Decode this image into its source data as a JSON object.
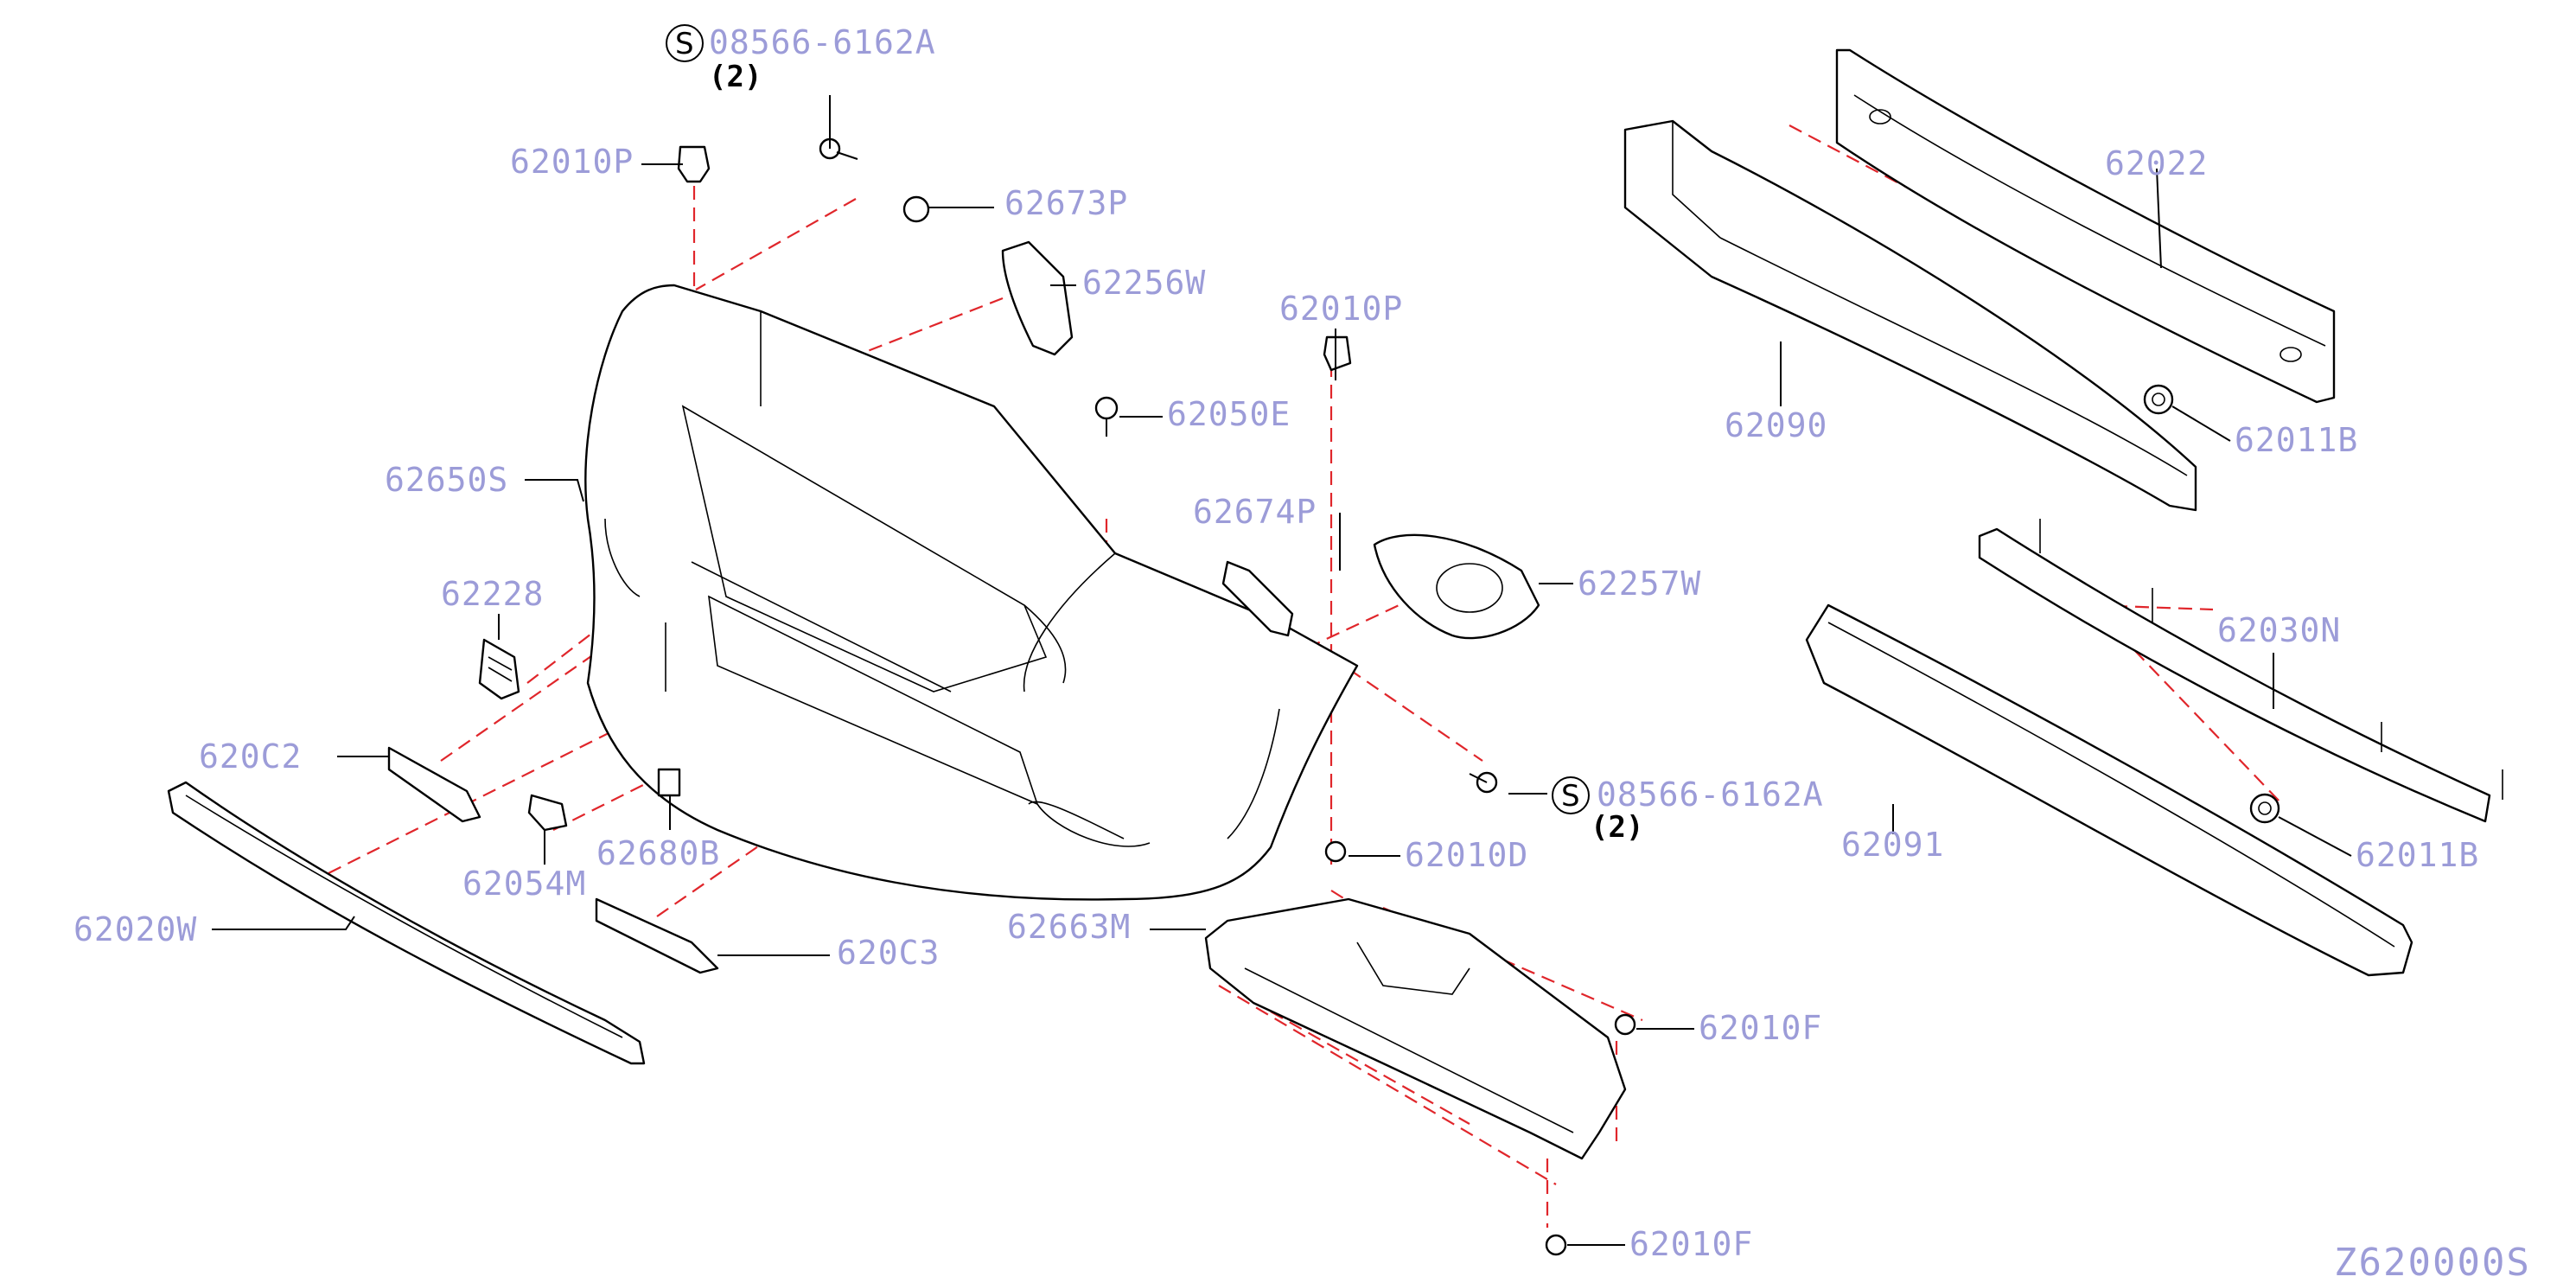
{
  "diagram_code": "Z620000S",
  "callouts": [
    {
      "id": "c-08566-top",
      "label": "08566-6162A",
      "symbol": "S",
      "qty": "(2)"
    },
    {
      "id": "c-62010P-top",
      "label": "62010P"
    },
    {
      "id": "c-62673P",
      "label": "62673P"
    },
    {
      "id": "c-62256W",
      "label": "62256W"
    },
    {
      "id": "c-62010P-mid",
      "label": "62010P"
    },
    {
      "id": "c-62050E",
      "label": "62050E"
    },
    {
      "id": "c-62650S",
      "label": "62650S"
    },
    {
      "id": "c-62674P",
      "label": "62674P"
    },
    {
      "id": "c-62257W",
      "label": "62257W"
    },
    {
      "id": "c-62228",
      "label": "62228"
    },
    {
      "id": "c-620C2",
      "label": "620C2"
    },
    {
      "id": "c-08566-mid",
      "label": "08566-6162A",
      "symbol": "S",
      "qty": "(2)"
    },
    {
      "id": "c-62680B",
      "label": "62680B"
    },
    {
      "id": "c-62010D",
      "label": "62010D"
    },
    {
      "id": "c-62054M",
      "label": "62054M"
    },
    {
      "id": "c-62020W",
      "label": "62020W"
    },
    {
      "id": "c-620C3",
      "label": "620C3"
    },
    {
      "id": "c-62663M",
      "label": "62663M"
    },
    {
      "id": "c-62010F-a",
      "label": "62010F"
    },
    {
      "id": "c-62010F-b",
      "label": "62010F"
    },
    {
      "id": "c-62022",
      "label": "62022"
    },
    {
      "id": "c-62090",
      "label": "62090"
    },
    {
      "id": "c-62011B-a",
      "label": "62011B"
    },
    {
      "id": "c-62030N",
      "label": "62030N"
    },
    {
      "id": "c-62091",
      "label": "62091"
    },
    {
      "id": "c-62011B-b",
      "label": "62011B"
    }
  ],
  "colors": {
    "label": "#9c9cd8",
    "line": "#000000",
    "assembly_dash": "#e0262b"
  }
}
